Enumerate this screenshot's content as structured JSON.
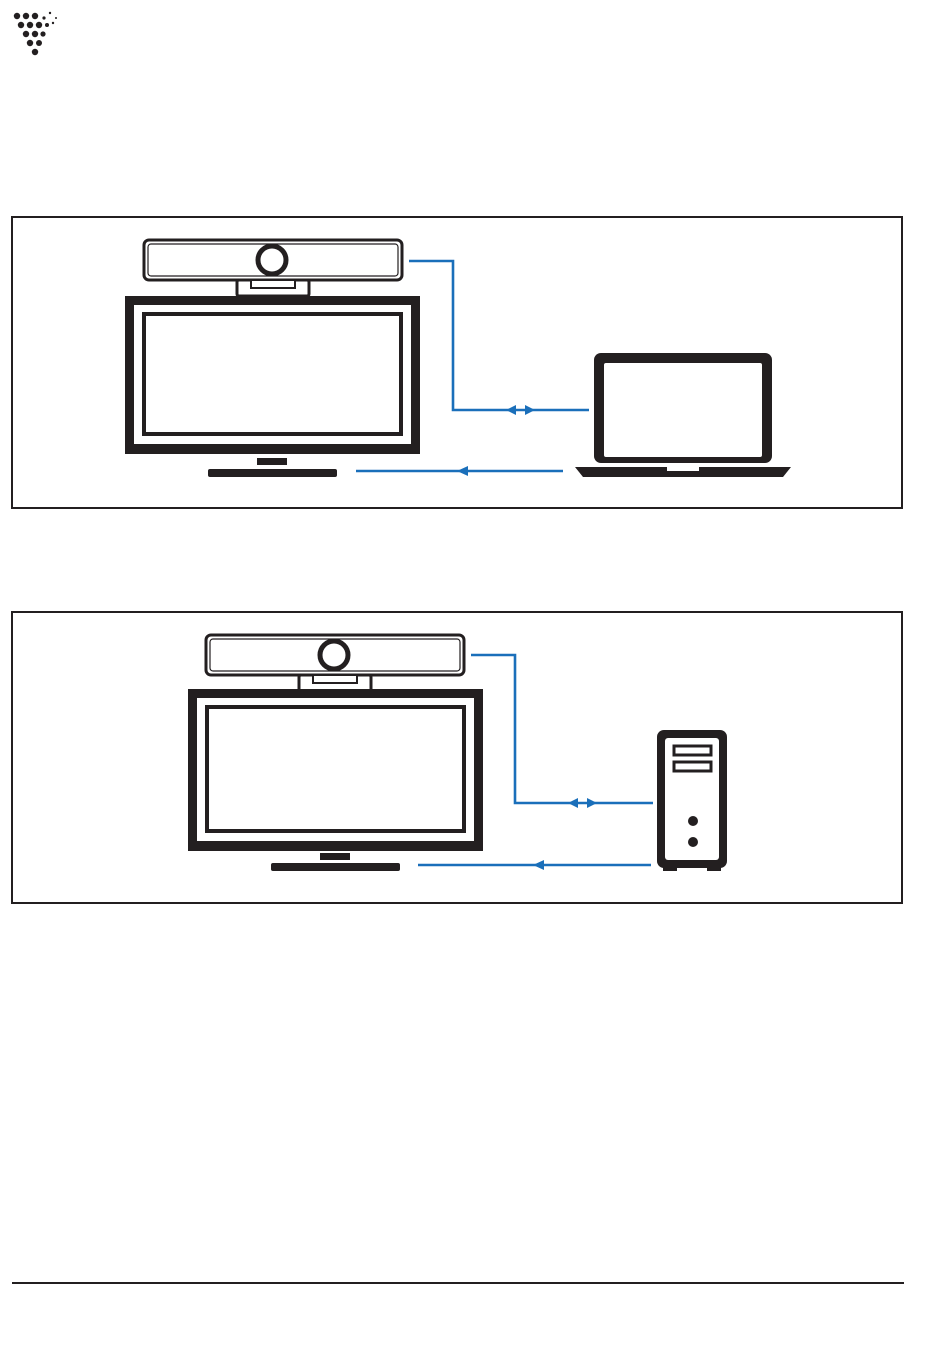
{
  "colors": {
    "line_art": "#231f20",
    "connection": "#1a6fba",
    "background": "#ffffff"
  },
  "icons": {
    "logo": "dot-triangle-logo-icon",
    "camera": "video-bar-camera-icon",
    "display": "tv-monitor-icon",
    "laptop": "laptop-icon",
    "desktop": "desktop-tower-icon",
    "bidirectional": "double-arrow-icon",
    "one_way": "left-arrow-icon"
  },
  "diagrams": [
    {
      "id": "laptop-setup",
      "source_device": "laptop"
    },
    {
      "id": "desktop-setup",
      "source_device": "desktop"
    }
  ]
}
